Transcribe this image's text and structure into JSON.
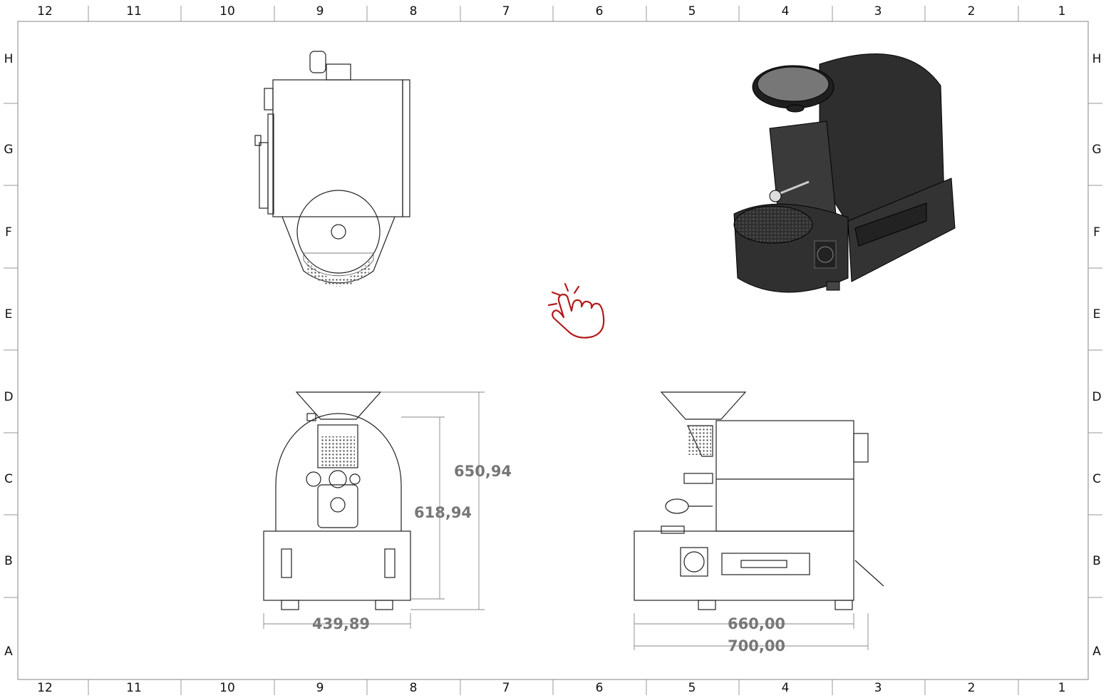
{
  "sheet": {
    "columns_top": [
      "12",
      "11",
      "10",
      "9",
      "8",
      "7",
      "6",
      "5",
      "4",
      "3",
      "2",
      "1"
    ],
    "columns_bottom": [
      "12",
      "11",
      "10",
      "9",
      "8",
      "7",
      "6",
      "5",
      "4",
      "3",
      "2",
      "1"
    ],
    "rows_left": [
      "H",
      "G",
      "F",
      "E",
      "D",
      "C",
      "B",
      "A"
    ],
    "rows_right": [
      "H",
      "G",
      "F",
      "E",
      "D",
      "C",
      "B",
      "A"
    ]
  },
  "dimensions": {
    "height_total": "650,94",
    "height_body": "618,94",
    "width_front": "439,89",
    "depth_body": "660,00",
    "depth_total": "700,00"
  },
  "icons": {
    "pointer": "hand-pointer-icon",
    "accent_color": "#b11c1c"
  }
}
